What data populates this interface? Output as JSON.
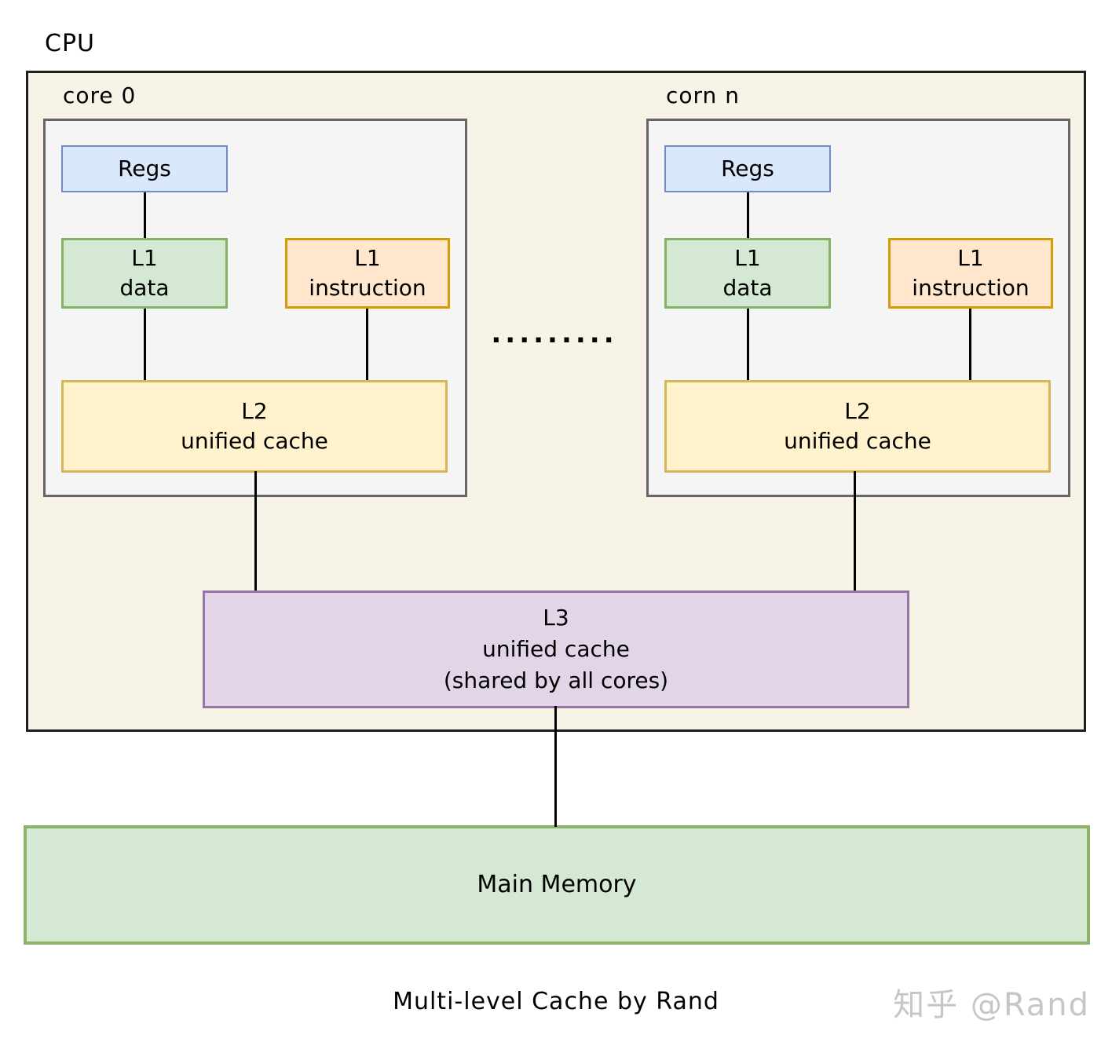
{
  "colors": {
    "canvas-bg": "#ffffff",
    "text": "#000000",
    "cpu-bg": "#f7f3e6",
    "cpu-border": "#1f1f1f",
    "core-bg": "#f5f5f5",
    "core-border": "#666666",
    "regs-bg": "#dae8fc",
    "regs-border": "#6c8ebf",
    "l1d-bg": "#d5e8d4",
    "l1d-border": "#82b366",
    "l1i-bg": "#ffe6cc",
    "l1i-border": "#d79b00",
    "l2-bg": "#fff2cc",
    "l2-border": "#d6b656",
    "l3-bg": "#e1d5e7",
    "l3-border": "#9673a6",
    "mem-bg": "#d5e8d4",
    "mem-border": "#8cb369",
    "line": "#000000",
    "watermark": "#c6c6c6"
  },
  "diagram": {
    "cpu_label": "CPU",
    "dots": ".........",
    "cores": [
      {
        "label": "core 0",
        "regs": "Regs",
        "l1_data": [
          "L1",
          "data"
        ],
        "l1_instruction": [
          "L1",
          "instruction"
        ],
        "l2": [
          "L2",
          "unified cache"
        ]
      },
      {
        "label": "corn n",
        "regs": "Regs",
        "l1_data": [
          "L1",
          "data"
        ],
        "l1_instruction": [
          "L1",
          "instruction"
        ],
        "l2": [
          "L2",
          "unified cache"
        ]
      }
    ],
    "l3": [
      "L3",
      "unified cache",
      "(shared by all cores)"
    ],
    "main_memory": "Main Memory",
    "caption": "Multi-level Cache by Rand",
    "watermark": "知乎 @Rand"
  }
}
